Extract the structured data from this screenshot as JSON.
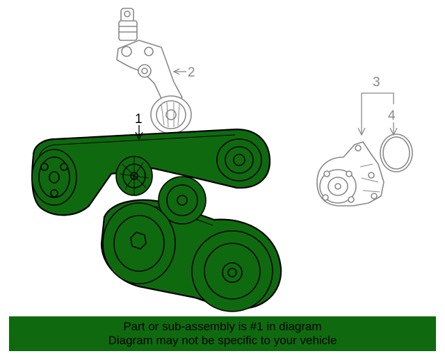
{
  "diagram": {
    "callouts": {
      "c1": "1",
      "c2": "2",
      "c3": "3",
      "c4": "4"
    },
    "colors": {
      "belt_highlight": "#0f6a0f",
      "line_art": "#000000",
      "ghost_parts": "#888888",
      "banner": "#0f6a0f"
    }
  },
  "banner": {
    "line1": "Part or sub-assembly is #1 in diagram",
    "line2": "Diagram may not be specific to your vehicle"
  }
}
